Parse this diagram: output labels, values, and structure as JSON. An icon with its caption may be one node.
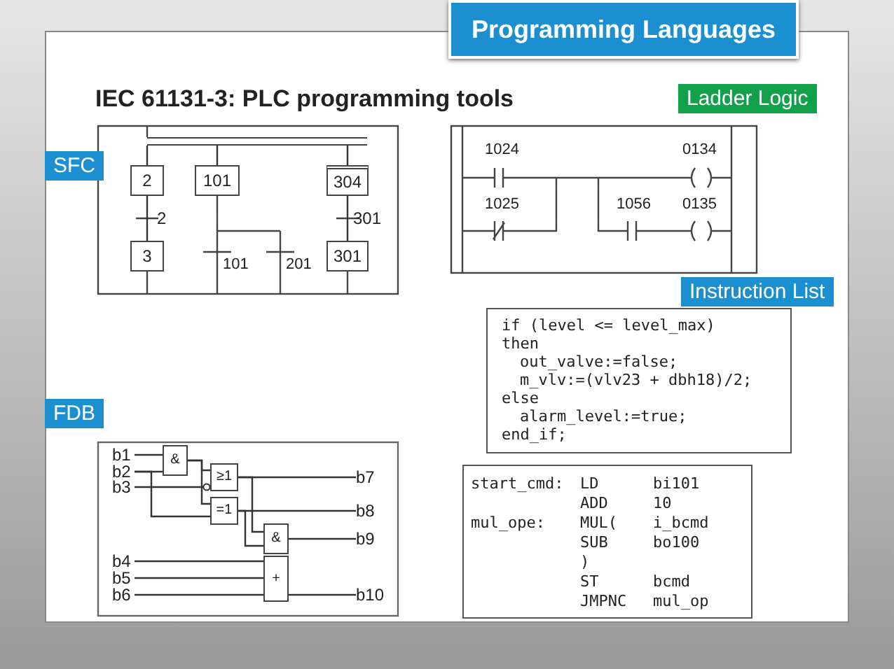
{
  "diagram": {
    "title": "Programming Languages",
    "nodes": [
      {
        "text": [
          "2"
        ]
      },
      {
        "text": [
          "101"
        ]
      },
      {
        "text": [
          "304"
        ]
      },
      {
        "text": [
          "3"
        ]
      },
      {
        "text": [
          "301"
        ]
      },
      {
        "text": [
          "b1"
        ]
      },
      {
        "text": [
          "b2"
        ]
      },
      {
        "text": [
          "b3"
        ]
      },
      {
        "text": [
          "&"
        ]
      },
      {
        "text": [
          "≥1"
        ]
      },
      {
        "text": [
          "=1"
        ]
      },
      {
        "text": [
          "b7"
        ]
      },
      {
        "text": [
          "b8"
        ]
      },
      {
        "text": [
          "&"
        ]
      },
      {
        "text": [
          "b9"
        ]
      },
      {
        "text": [
          "b4"
        ]
      },
      {
        "text": [
          "b5"
        ]
      },
      {
        "text": [
          "b6"
        ]
      },
      {
        "text": [
          "+"
        ]
      },
      {
        "text": [
          "b10"
        ]
      },
      {
        "text": [],
        "shape": "bar"
      }
    ],
    "edges": [
      {
        "from": 0,
        "to": 3,
        "arrow": "none",
        "label": "2"
      },
      {
        "from": 2,
        "to": 4,
        "arrow": "none",
        "label": "301"
      },
      {
        "from": 5,
        "to": 8,
        "arrow": "none"
      },
      {
        "from": 6,
        "to": 8,
        "arrow": "none"
      },
      {
        "from": 8,
        "to": 9,
        "arrow": "none"
      },
      {
        "from": 8,
        "to": 10,
        "arrow": "none"
      },
      {
        "from": 7,
        "to": 9,
        "arrow": "other"
      },
      {
        "from": 6,
        "to": 10,
        "arrow": "none"
      },
      {
        "from": 9,
        "to": 11,
        "arrow": "none"
      },
      {
        "from": 9,
        "to": 13,
        "arrow": "none"
      },
      {
        "from": 10,
        "to": 12,
        "arrow": "none"
      },
      {
        "from": 10,
        "to": 13,
        "arrow": "none"
      },
      {
        "from": 13,
        "to": 14,
        "arrow": "none"
      },
      {
        "from": 15,
        "to": 18,
        "arrow": "none"
      },
      {
        "from": 16,
        "to": 18,
        "arrow": "none"
      },
      {
        "from": 17,
        "to": 18,
        "arrow": "none"
      },
      {
        "from": 18,
        "to": 19,
        "arrow": "none"
      },
      {
        "from": 20,
        "to": 0,
        "arrow": "none"
      },
      {
        "from": 20,
        "to": 1,
        "arrow": "none"
      },
      {
        "from": 20,
        "to": 2,
        "arrow": "none"
      }
    ],
    "labels": [
      "IEC 61131-3: PLC programming tools",
      "Ladder Logic",
      "SFC",
      "101",
      "201",
      "1024",
      "0134",
      "1025",
      "1056",
      "0135",
      "Instruction List",
      "if (level <= level_max)",
      "then",
      "out_valve:=false;",
      "m_vlv:=(vlv23 + dbh18)/2;",
      "else",
      "alarm_level:=true;",
      "end_if;",
      "FDB",
      "start_cmd:",
      "LD",
      "bi101",
      "ADD",
      "10",
      "mul_ope:",
      "MUL(",
      "i_bcmd",
      "SUB",
      "bo100",
      ")",
      "ST",
      "bcmd",
      "JMPNC",
      "mul_op"
    ]
  }
}
